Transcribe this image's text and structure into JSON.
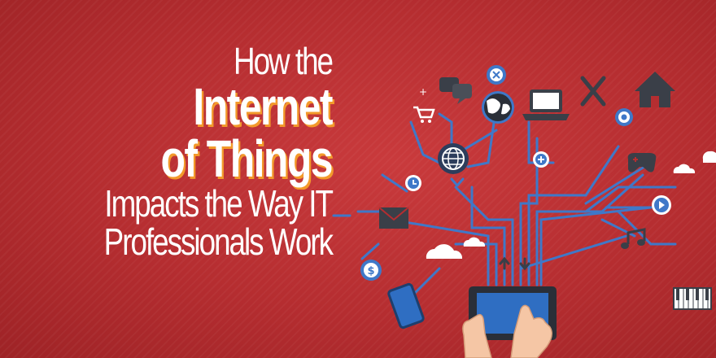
{
  "headline": {
    "line1": "How the",
    "line2": "Internet",
    "line3": "of Things",
    "line4": "Impacts the Way IT",
    "line5": "Professionals Work"
  },
  "piano_label": "",
  "colors": {
    "background": "#b52d30",
    "title_text": "#ffffff",
    "title_shadow": "#f39a2b",
    "wires": "#3f78c8",
    "icons_dark": "#3a3f48",
    "tablet_screen": "#2f6ec2"
  },
  "icons": [
    "cart-icon",
    "chat-icon",
    "globe-icon",
    "close-icon",
    "laptop-icon",
    "tools-icon",
    "house-icon",
    "target-icon",
    "cloud-icon",
    "gamepad-icon",
    "clock-icon",
    "plus-icon",
    "mail-icon",
    "play-icon",
    "music-icon",
    "dollar-icon",
    "phone-icon",
    "piano-icon",
    "tablet-icon",
    "hand-icon"
  ]
}
